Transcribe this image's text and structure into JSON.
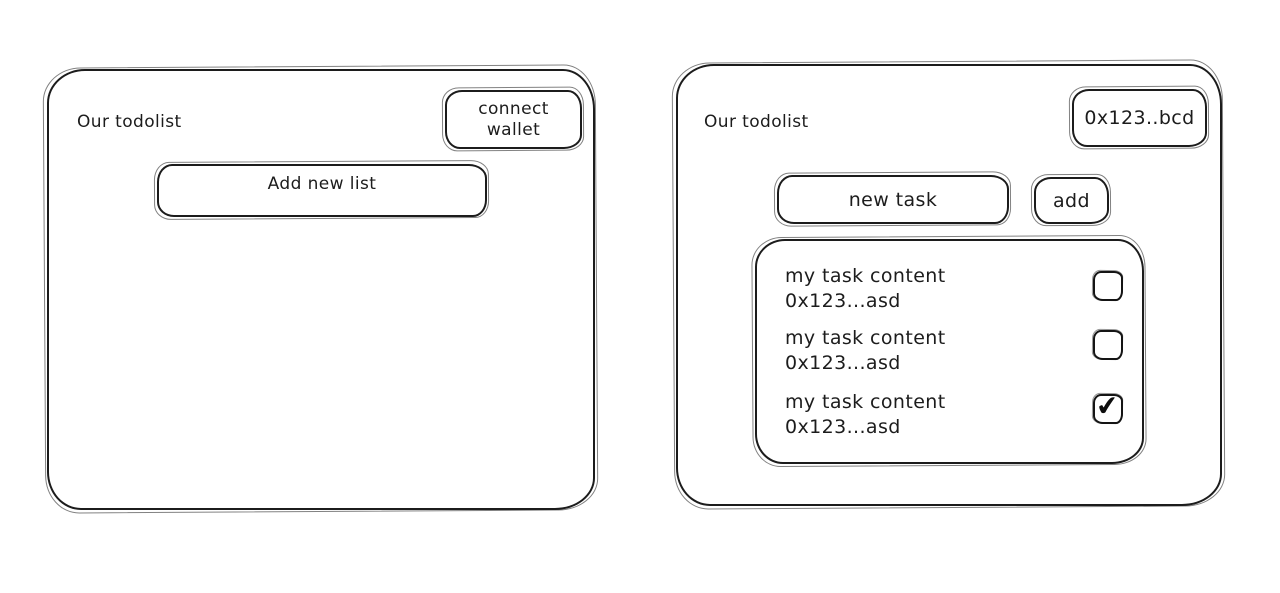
{
  "left_panel": {
    "title": "Our todolist",
    "connect_wallet_button_label": "connect wallet",
    "add_new_list_label": "Add new list"
  },
  "right_panel": {
    "title": "Our todolist",
    "wallet_address_label": "0x123..bcd",
    "new_task_value": "new task",
    "add_button_label": "add",
    "tasks": [
      {
        "content": "my task content",
        "address": "0x123...asd",
        "checked": false,
        "checkmark": ""
      },
      {
        "content": "my task content",
        "address": "0x123...asd",
        "checked": false,
        "checkmark": ""
      },
      {
        "content": "my task content",
        "address": "0x123...asd",
        "checked": true,
        "checkmark": "✔"
      }
    ]
  },
  "colors": {
    "ink": "#1c1c1c",
    "background": "#ffffff"
  }
}
